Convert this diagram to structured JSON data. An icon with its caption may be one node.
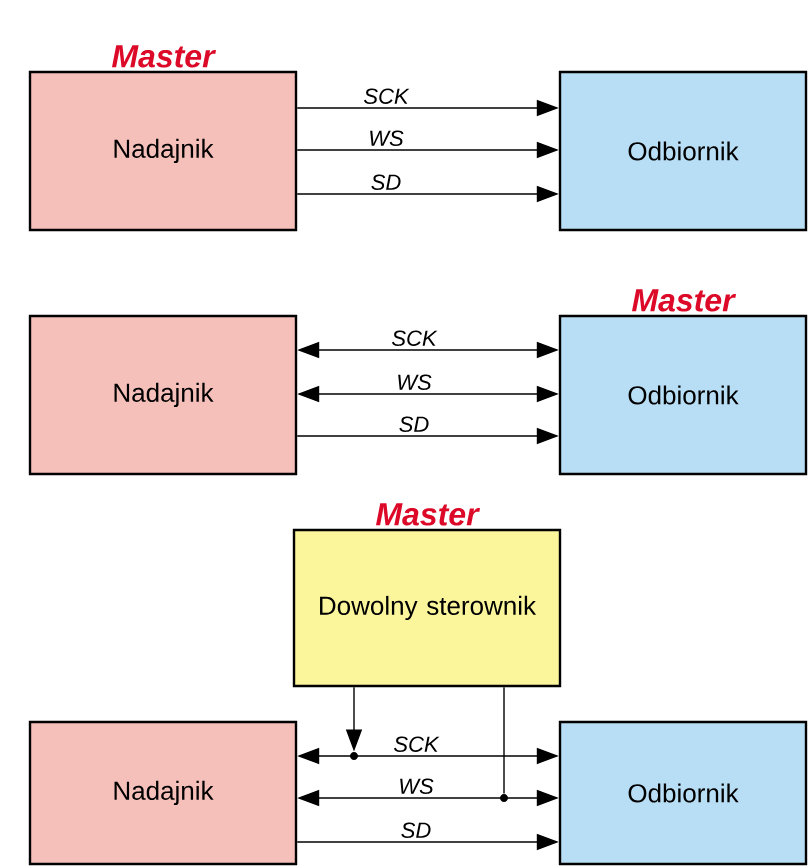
{
  "diagram": {
    "nodes": [
      {
        "text": [
          "Master",
          "Nadajnik"
        ]
      },
      {
        "text": [
          "Odbiornik"
        ]
      },
      {
        "text": [
          "Nadajnik"
        ]
      },
      {
        "text": [
          "Master",
          "Odbiornik"
        ]
      },
      {
        "text": [
          "Master",
          "Dowolny sterownik"
        ]
      },
      {
        "text": [
          "Nadajnik"
        ]
      },
      {
        "text": [
          "Odbiornik"
        ]
      },
      {
        "text": [],
        "shape": "dot"
      },
      {
        "text": [],
        "shape": "dot"
      }
    ],
    "edges": [
      {
        "from": 0,
        "to": 1,
        "arrow": "to",
        "label": "SCK"
      },
      {
        "from": 0,
        "to": 1,
        "arrow": "to",
        "label": "WS"
      },
      {
        "from": 0,
        "to": 1,
        "arrow": "to",
        "label": "SD"
      },
      {
        "from": 2,
        "to": 3,
        "arrow": "both",
        "label": "SCK"
      },
      {
        "from": 2,
        "to": 3,
        "arrow": "both",
        "label": "WS"
      },
      {
        "from": 2,
        "to": 3,
        "arrow": "to",
        "label": "SD"
      },
      {
        "from": 5,
        "to": 6,
        "arrow": "both",
        "label": "SCK"
      },
      {
        "from": 5,
        "to": 6,
        "arrow": "both",
        "label": "WS"
      },
      {
        "from": 5,
        "to": 6,
        "arrow": "to",
        "label": "SD"
      },
      {
        "from": 4,
        "to": 7,
        "arrow": "to"
      },
      {
        "from": 4,
        "to": 8,
        "arrow": "none"
      }
    ]
  }
}
